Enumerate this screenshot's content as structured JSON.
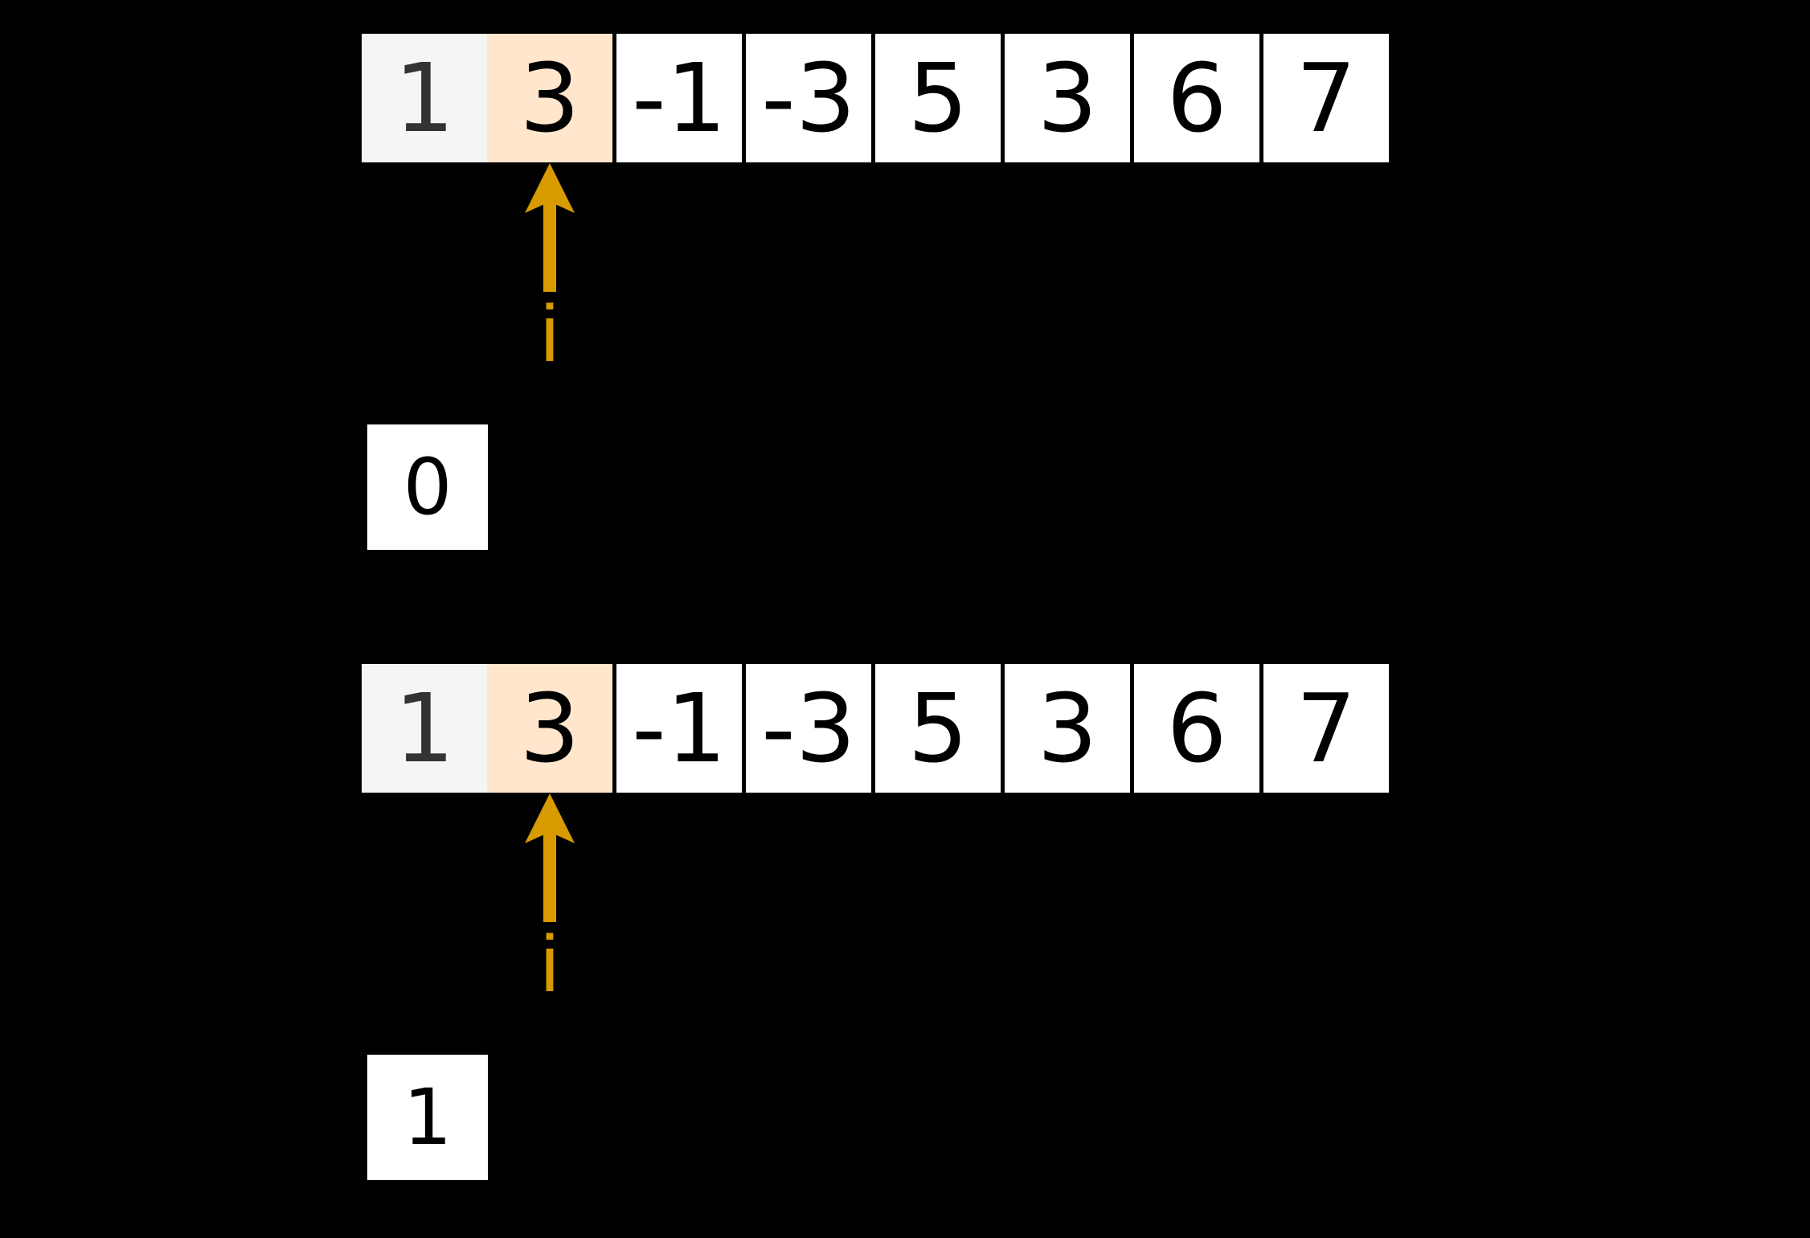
{
  "colors": {
    "background": "#000000",
    "cell_default_fill": "#ffffff",
    "cell_default_text": "#000000",
    "cell_visited_fill": "#f5f5f5",
    "cell_visited_text": "#333333",
    "cell_current_fill": "#ffe6cc",
    "pointer_gold": "#d79b00"
  },
  "groups": [
    {
      "cells": [
        {
          "value": "1",
          "state": "visited"
        },
        {
          "value": "3",
          "state": "current"
        },
        {
          "value": "-1",
          "state": "default"
        },
        {
          "value": "-3",
          "state": "default"
        },
        {
          "value": "5",
          "state": "default"
        },
        {
          "value": "3",
          "state": "default"
        },
        {
          "value": "6",
          "state": "default"
        },
        {
          "value": "7",
          "state": "default"
        }
      ],
      "pointer": {
        "label": "i",
        "cell_index": 1
      },
      "result_value": "0"
    },
    {
      "cells": [
        {
          "value": "1",
          "state": "visited"
        },
        {
          "value": "3",
          "state": "current"
        },
        {
          "value": "-1",
          "state": "default"
        },
        {
          "value": "-3",
          "state": "default"
        },
        {
          "value": "5",
          "state": "default"
        },
        {
          "value": "3",
          "state": "default"
        },
        {
          "value": "6",
          "state": "default"
        },
        {
          "value": "7",
          "state": "default"
        }
      ],
      "pointer": {
        "label": "i",
        "cell_index": 1
      },
      "result_value": "1"
    }
  ]
}
